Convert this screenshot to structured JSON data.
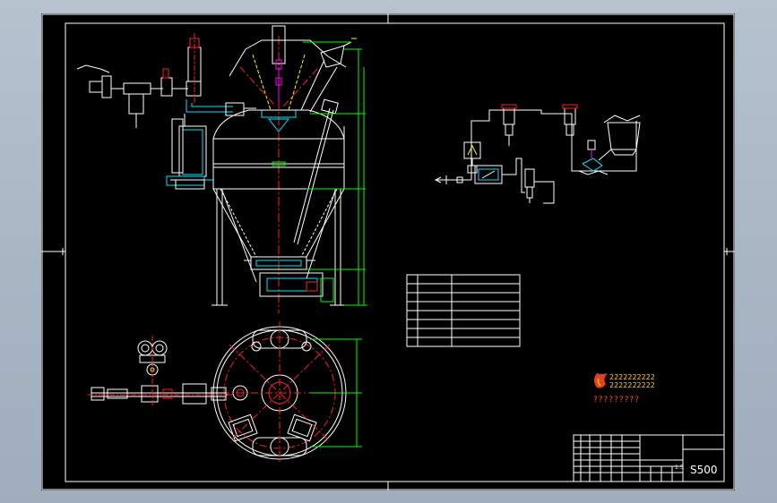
{
  "drawing": {
    "title_code": "S500",
    "scale_mark": "1:5",
    "watermark_code": "?????????",
    "watermark_row": "2222222222",
    "watermark_row2": "2222222222"
  },
  "colors": {
    "background": "#000000",
    "frame": "#ffffff",
    "outline": "#ffffff",
    "centerline": "#ff2020",
    "hidden": "#ffff00",
    "part": "#00e5ff",
    "accent": "#ff00ff",
    "dimension": "#00ff00"
  },
  "views": [
    {
      "name": "front-elevation"
    },
    {
      "name": "top-plan"
    },
    {
      "name": "pneumatic-schematic"
    },
    {
      "name": "parts-table"
    },
    {
      "name": "title-block"
    }
  ]
}
